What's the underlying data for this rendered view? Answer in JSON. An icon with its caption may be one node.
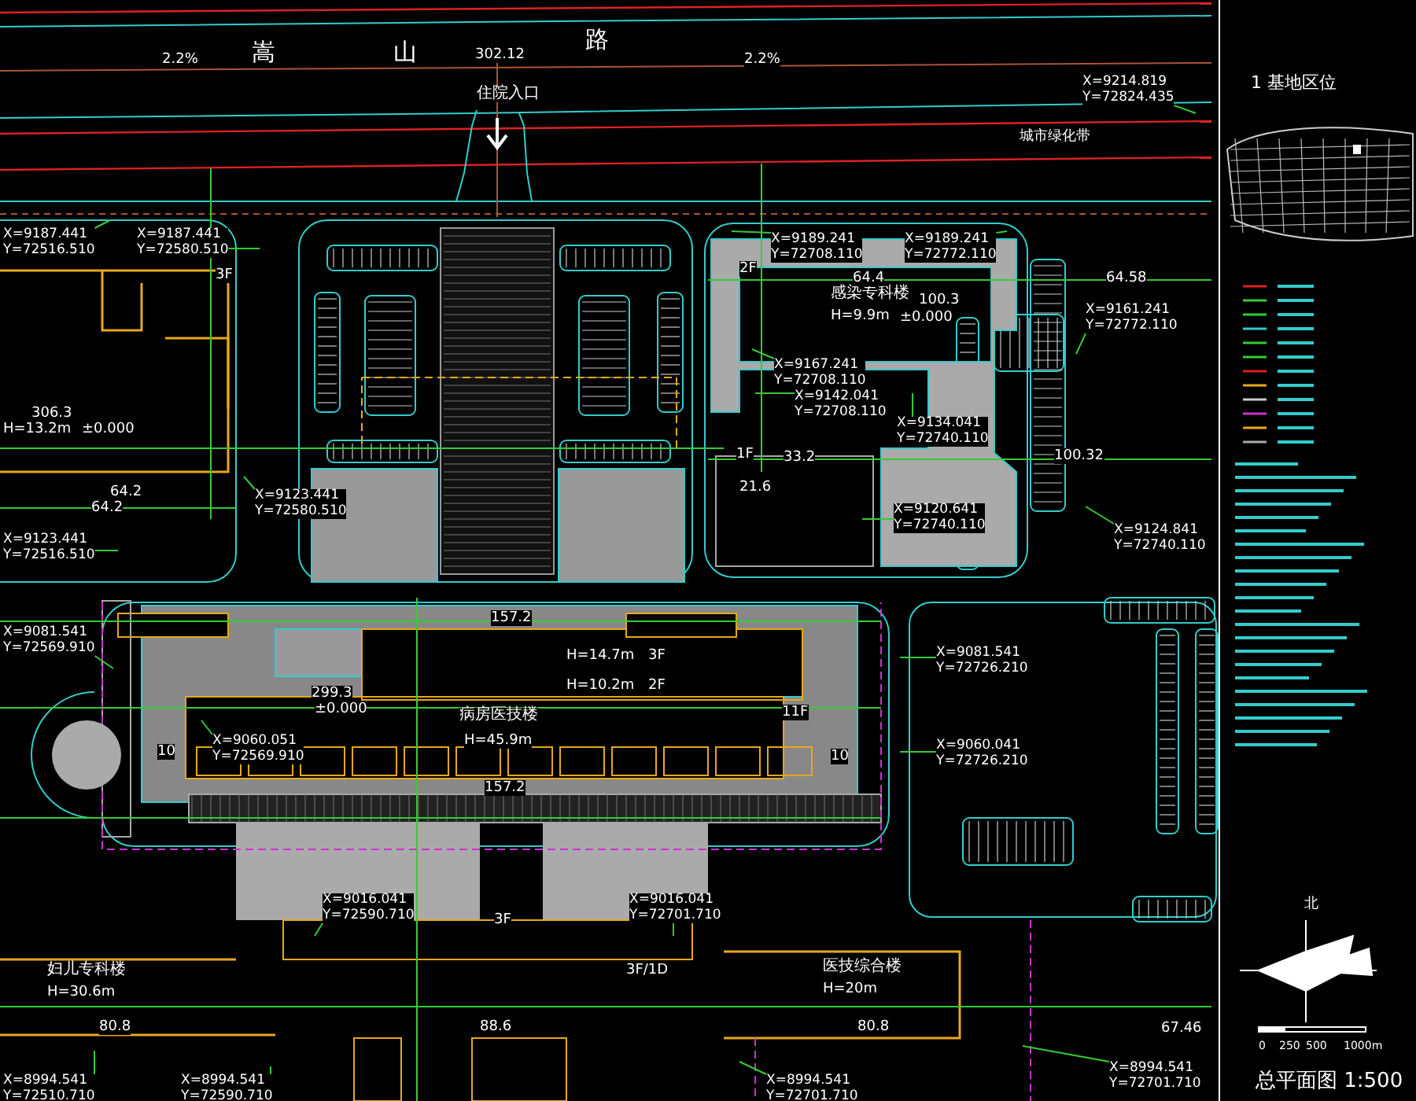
{
  "diagram": {
    "title": "总平面图 1:500",
    "nodes": [
      {
        "text": [
          "X=9187.441 Y=72516.510"
        ]
      },
      {
        "text": [
          "X=9187.441 Y=72580.510"
        ]
      },
      {
        "text": [
          "X=9123.441 Y=72580.510"
        ]
      },
      {
        "text": [
          "X=9123.441 Y=72516.510"
        ]
      },
      {
        "text": [
          "X=9189.241 Y=72708.110"
        ]
      },
      {
        "text": [
          "X=9189.241 Y=72772.110"
        ]
      },
      {
        "text": [
          "X=9214.819 Y=72824.435"
        ]
      },
      {
        "text": [
          "X=9161.241 Y=72772.110"
        ]
      },
      {
        "text": [
          "X=9167.241 Y=72708.110"
        ]
      },
      {
        "text": [
          "X=9142.041 Y=72708.110"
        ]
      },
      {
        "text": [
          "X=9134.041 Y=72740.110"
        ]
      },
      {
        "text": [
          "X=9120.641 Y=72740.110"
        ]
      },
      {
        "text": [
          "X=9124.841 Y=72740.110"
        ]
      },
      {
        "text": [
          "X=9081.541 Y=72569.910"
        ]
      },
      {
        "text": [
          "X=9081.541 Y=72726.210"
        ]
      },
      {
        "text": [
          "X=9060.051 Y=72569.910"
        ]
      },
      {
        "text": [
          "X=9060.041 Y=72726.210"
        ]
      },
      {
        "text": [
          "X=9016.041 Y=72590.710"
        ]
      },
      {
        "text": [
          "X=9016.041 Y=72701.710"
        ]
      },
      {
        "text": [
          "X=8994.541 Y=72510.710"
        ]
      },
      {
        "text": [
          "X=8994.541 Y=72590.710"
        ]
      },
      {
        "text": [
          "X=8994.541 Y=72701.710"
        ]
      },
      {
        "text": [
          "X=8994.541 Y=72701.710"
        ]
      }
    ],
    "edges": [
      {
        "from": 0,
        "to": null,
        "arrow": "none"
      },
      {
        "from": 1,
        "to": null,
        "arrow": "none"
      },
      {
        "from": 2,
        "to": null,
        "arrow": "none"
      },
      {
        "from": 3,
        "to": null,
        "arrow": "none"
      },
      {
        "from": 4,
        "to": null,
        "arrow": "none"
      },
      {
        "from": 5,
        "to": null,
        "arrow": "none"
      },
      {
        "from": 6,
        "to": null,
        "arrow": "none"
      },
      {
        "from": 7,
        "to": null,
        "arrow": "none"
      },
      {
        "from": 8,
        "to": null,
        "arrow": "none"
      },
      {
        "from": 9,
        "to": null,
        "arrow": "none"
      },
      {
        "from": 10,
        "to": null,
        "arrow": "none"
      },
      {
        "from": 11,
        "to": null,
        "arrow": "none"
      },
      {
        "from": 12,
        "to": null,
        "arrow": "none"
      },
      {
        "from": 13,
        "to": null,
        "arrow": "none"
      },
      {
        "from": 14,
        "to": null,
        "arrow": "none"
      },
      {
        "from": 15,
        "to": null,
        "arrow": "none"
      },
      {
        "from": 16,
        "to": null,
        "arrow": "none"
      },
      {
        "from": 17,
        "to": null,
        "arrow": "none"
      },
      {
        "from": 18,
        "to": null,
        "arrow": "none"
      },
      {
        "from": 19,
        "to": null,
        "arrow": "none"
      },
      {
        "from": 20,
        "to": null,
        "arrow": "none"
      },
      {
        "from": 21,
        "to": null,
        "arrow": "none"
      },
      {
        "from": 22,
        "to": null,
        "arrow": "none"
      }
    ],
    "labels": [
      "嵩",
      "山",
      "路",
      "2.2%",
      "2.2%",
      "302.12",
      "住院入口",
      "城市绿化带",
      "感染专科楼",
      "H=9.9m",
      "100.3",
      "±0.000",
      "64.4",
      "64.58",
      "100.32",
      "2F",
      "1F",
      "33.2",
      "21.6",
      "306.3",
      "H=13.2m",
      "±0.000",
      "64.2",
      "64.2",
      "3F",
      "病房医技楼",
      "H=45.9m",
      "H=14.7m",
      "3F",
      "H=10.2m",
      "2F",
      "157.2",
      "157.2",
      "299.3",
      "±0.000",
      "11F",
      "10",
      "10",
      "妇儿专科楼",
      "H=30.6m",
      "80.8",
      "88.6",
      "3F/1D",
      "医技综合楼",
      "H=20m",
      "80.8",
      "3F",
      "67.46",
      "1 基地区位",
      "北",
      "0",
      "250",
      "500",
      "1000m"
    ]
  }
}
